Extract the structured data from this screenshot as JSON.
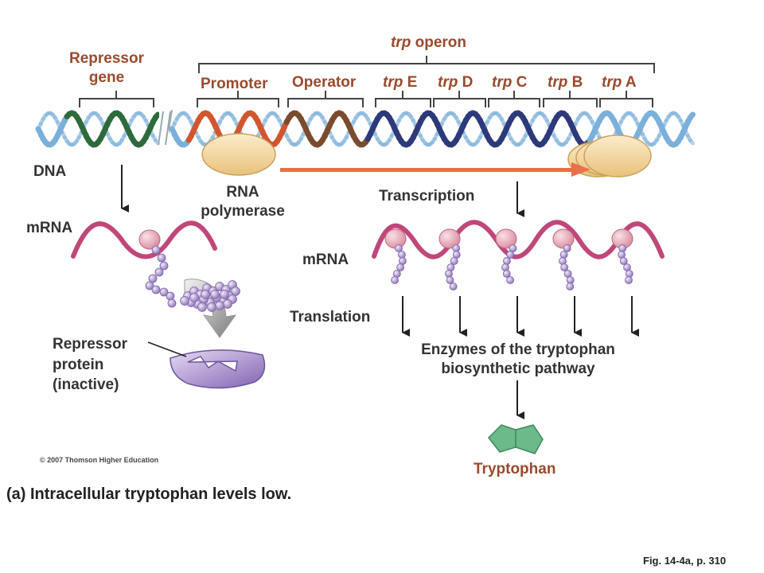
{
  "header": {
    "operon_prefix": "trp",
    "operon_suffix": " operon"
  },
  "labels": {
    "repressor_gene": "Repressor\ngene",
    "promoter": "Promoter",
    "operator": "Operator",
    "genes": [
      {
        "prefix": "trp",
        "suffix": " E"
      },
      {
        "prefix": "trp",
        "suffix": " D"
      },
      {
        "prefix": "trp",
        "suffix": " C"
      },
      {
        "prefix": "trp",
        "suffix": " B"
      },
      {
        "prefix": "trp",
        "suffix": " A"
      }
    ],
    "dna": "DNA",
    "rna_polymerase": "RNA\npolymerase",
    "transcription": "Transcription",
    "mrna_left": "mRNA",
    "mrna_right": "mRNA",
    "translation": "Translation",
    "repressor_protein": "Repressor\nprotein\n(inactive)",
    "enzymes": "Enzymes of the tryptophan\nbiosynthetic pathway",
    "tryptophan": "Tryptophan"
  },
  "copyright": "© 2007 Thomson Higher Education",
  "caption": "(a) Intracellular tryptophan levels low.",
  "figure_ref": "Fig. 14-4a, p. 310",
  "colors": {
    "repressor_segment": "#2e6a3c",
    "promoter_segment": "#d1562f",
    "operator_segment": "#7a4c2e",
    "gene_segment": "#2d3a7a",
    "dna_backbone": "#7ab0d9",
    "mrna": "#c0477a",
    "ribosome": "#e9a4b4",
    "amino_acid": "#b7a3d6",
    "transcription_arrow": "#e8704a",
    "polymerase": "#f4d9a0",
    "tryptophan": "#6cb98a",
    "repressor_protein": "#9a7bc4",
    "label_text": "#333333",
    "gene_label": "#9a4a2c"
  }
}
